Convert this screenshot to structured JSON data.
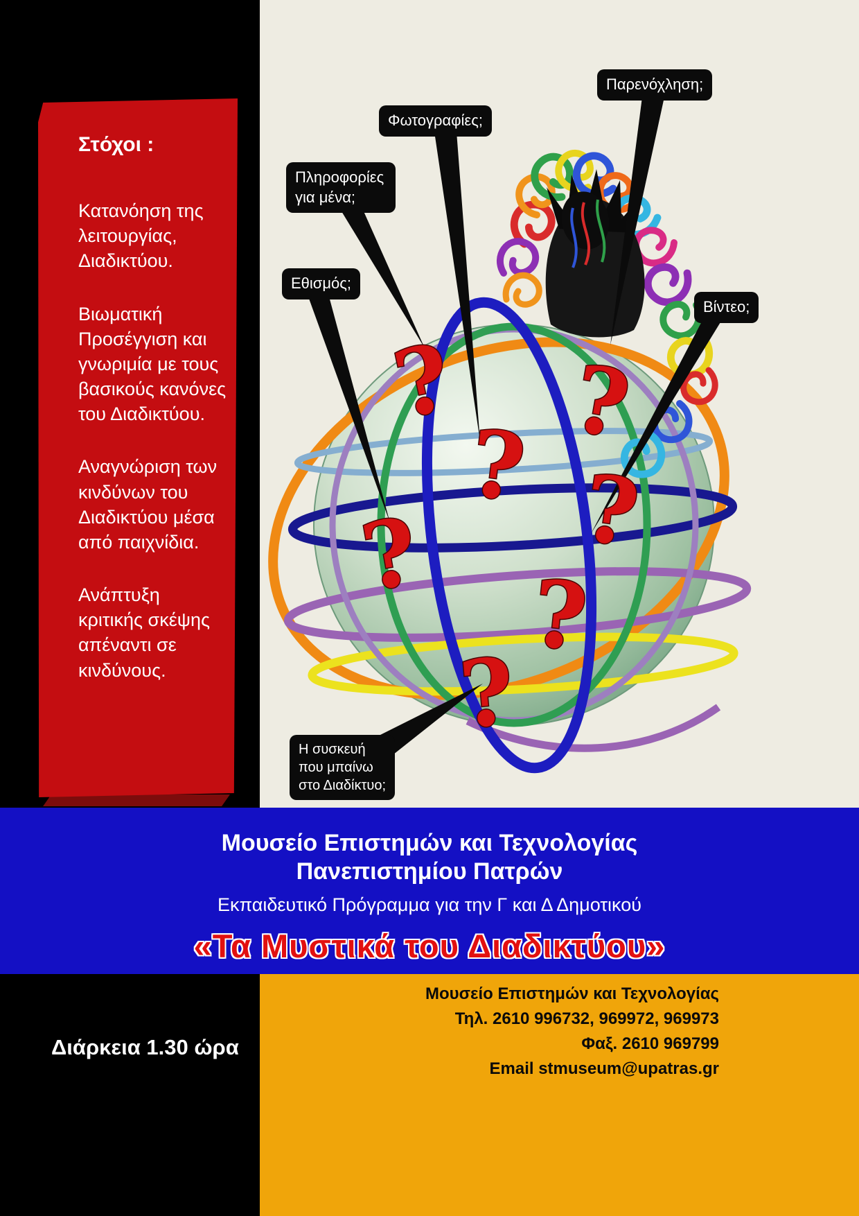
{
  "goals": {
    "title": "Στόχοι :",
    "items": [
      "Κατανόηση της λειτουργίας, Διαδικτύου.",
      "Βιωματική Προσέγγιση και γνωριμία με τους βασικούς κανόνες του Διαδικτύου.",
      "Αναγνώριση των κινδύνων του Διαδικτύου μέσα από παιχνίδια.",
      "Ανάπτυξη κριτικής σκέψης απέναντι σε κινδύνους."
    ]
  },
  "callouts": {
    "harassment": "Παρενόχληση;",
    "photos": "Φωτογραφίες;",
    "info_about_me": "Πληροφορίες για μένα;",
    "addiction": "Εθισμός;",
    "video": "Βίντεο;",
    "device": "Η συσκευή που μπαίνω στο Διαδίκτυο;"
  },
  "qmark": "?",
  "banner": {
    "museum_line1": "Μουσείο  Επιστημών και Τεχνολογίας",
    "museum_line2": "Πανεπιστημίου Πατρών",
    "program": "Εκπαιδευτικό Πρόγραμμα για την Γ και Δ Δημοτικού",
    "title": "«Τα Μυστικά του Διαδικτύου»"
  },
  "footer": {
    "duration": "Διάρκεια  1.30 ώρα",
    "contact": [
      "Μουσείο Επιστημών και Τεχνολογίας",
      "Τηλ. 2610 996732, 969972, 969973",
      "Φαξ. 2610 969799",
      "Email stmuseum@upatras.gr"
    ]
  },
  "colors": {
    "ribbon_red": "#c40d11",
    "banner_blue": "#1410c4",
    "footer_orange": "#f0a50a",
    "title_red": "#e21010",
    "question_red": "#d61111",
    "background": "#eeece2"
  }
}
